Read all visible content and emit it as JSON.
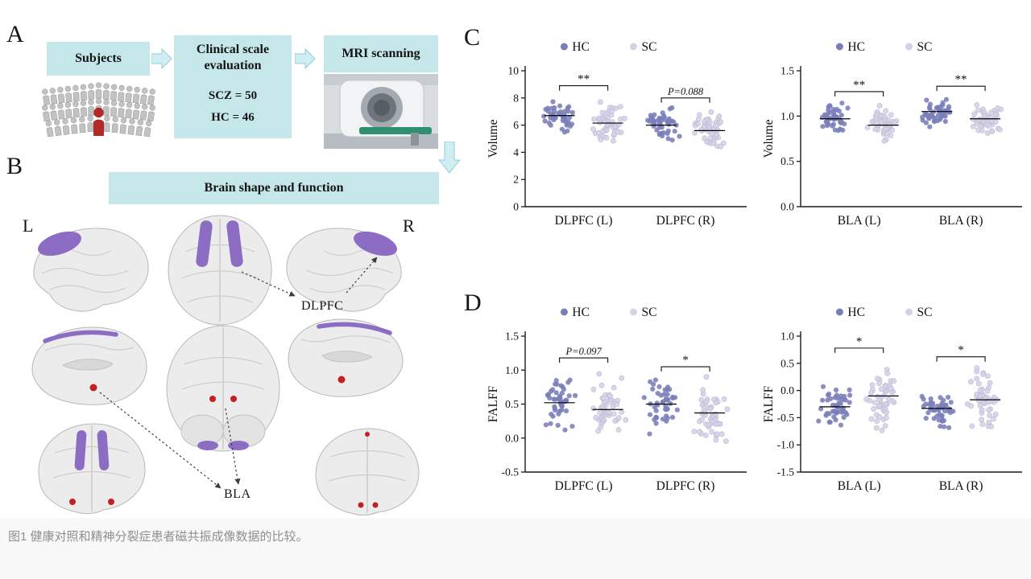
{
  "panels": {
    "a": {
      "label": "A",
      "subjects_box_label": "Subjects",
      "clinical_box_title": "Clinical scale evaluation",
      "clinical_stats": [
        "SCZ = 50",
        "HC = 46"
      ],
      "mri_box_label": "MRI scanning"
    },
    "b": {
      "label": "B",
      "box_label": "Brain shape and function",
      "left_hemisphere_label": "L",
      "right_hemisphere_label": "R",
      "region_labels": [
        "DLPFC",
        "BLA"
      ]
    },
    "c": {
      "label": "C"
    },
    "d": {
      "label": "D"
    }
  },
  "caption": "图1 健康对照和精神分裂症患者磁共振成像数据的比较。",
  "colors": {
    "box_bg": "#c6e7ea",
    "arrow_fill": "#cfeef2",
    "arrow_edge": "#96ccd6",
    "hc_dot": "#7a7eb8",
    "sc_dot": "#d5d2e7",
    "dlpfc_purple": "#8d6cc3",
    "bla_red": "#c42020"
  },
  "chart_data": [
    {
      "id": "volume-dlpfc",
      "type": "scatter",
      "panel": "C",
      "ylabel": "Volume",
      "ylim": [
        0,
        10
      ],
      "yticks": [
        0,
        2,
        4,
        6,
        8,
        10
      ],
      "ytick_decimals": 0,
      "categories": [
        "DLPFC (L)",
        "DLPFC (R)"
      ],
      "series": [
        {
          "name": "HC",
          "color": "#7a7eb8",
          "n": 46
        },
        {
          "name": "SC",
          "color": "#d5d2e7",
          "n": 50
        }
      ],
      "groups": [
        {
          "category": "DLPFC (L)",
          "series": "HC",
          "mean": 6.7,
          "sd": 0.6,
          "min": 5.2,
          "max": 8.4
        },
        {
          "category": "DLPFC (L)",
          "series": "SC",
          "mean": 6.15,
          "sd": 0.65,
          "min": 4.7,
          "max": 8.2
        },
        {
          "category": "DLPFC (R)",
          "series": "HC",
          "mean": 6.0,
          "sd": 0.55,
          "min": 4.9,
          "max": 7.6
        },
        {
          "category": "DLPFC (R)",
          "series": "SC",
          "mean": 5.6,
          "sd": 0.55,
          "min": 4.3,
          "max": 7.2
        }
      ],
      "annotations": [
        {
          "category_index": 0,
          "text": "**",
          "y": 8.9
        },
        {
          "category_index": 1,
          "text": "P=0.088",
          "y": 8.0
        }
      ]
    },
    {
      "id": "volume-bla",
      "type": "scatter",
      "panel": "C",
      "ylabel": "Volume",
      "ylim": [
        0,
        1.5
      ],
      "yticks": [
        0,
        0.5,
        1.0,
        1.5
      ],
      "ytick_decimals": 1,
      "categories": [
        "BLA (L)",
        "BLA (R)"
      ],
      "series": [
        {
          "name": "HC",
          "color": "#7a7eb8",
          "n": 46
        },
        {
          "name": "SC",
          "color": "#d5d2e7",
          "n": 50
        }
      ],
      "groups": [
        {
          "category": "BLA (L)",
          "series": "HC",
          "mean": 0.97,
          "sd": 0.07,
          "min": 0.8,
          "max": 1.2
        },
        {
          "category": "BLA (L)",
          "series": "SC",
          "mean": 0.9,
          "sd": 0.08,
          "min": 0.68,
          "max": 1.15
        },
        {
          "category": "BLA (R)",
          "series": "HC",
          "mean": 1.05,
          "sd": 0.07,
          "min": 0.88,
          "max": 1.25
        },
        {
          "category": "BLA (R)",
          "series": "SC",
          "mean": 0.97,
          "sd": 0.08,
          "min": 0.75,
          "max": 1.2
        }
      ],
      "annotations": [
        {
          "category_index": 0,
          "text": "**",
          "y": 1.27
        },
        {
          "category_index": 1,
          "text": "**",
          "y": 1.33
        }
      ]
    },
    {
      "id": "falff-dlpfc",
      "type": "scatter",
      "panel": "D",
      "ylabel": "FALFF",
      "ylim": [
        -0.5,
        1.5
      ],
      "yticks": [
        -0.5,
        0,
        0.5,
        1.0,
        1.5
      ],
      "ytick_decimals": 1,
      "categories": [
        "DLPFC (L)",
        "DLPFC (R)"
      ],
      "series": [
        {
          "name": "HC",
          "color": "#7a7eb8",
          "n": 46
        },
        {
          "name": "SC",
          "color": "#d5d2e7",
          "n": 50
        }
      ],
      "groups": [
        {
          "category": "DLPFC (L)",
          "series": "HC",
          "mean": 0.52,
          "sd": 0.18,
          "min": -0.35,
          "max": 1.05
        },
        {
          "category": "DLPFC (L)",
          "series": "SC",
          "mean": 0.42,
          "sd": 0.2,
          "min": -0.05,
          "max": 1.1
        },
        {
          "category": "DLPFC (R)",
          "series": "HC",
          "mean": 0.5,
          "sd": 0.2,
          "min": -0.15,
          "max": 1.0
        },
        {
          "category": "DLPFC (R)",
          "series": "SC",
          "mean": 0.37,
          "sd": 0.22,
          "min": -0.3,
          "max": 0.9
        }
      ],
      "annotations": [
        {
          "category_index": 0,
          "text": "P=0.097",
          "y": 1.18
        },
        {
          "category_index": 1,
          "text": "*",
          "y": 1.05
        }
      ]
    },
    {
      "id": "falff-bla",
      "type": "scatter",
      "panel": "D",
      "ylabel": "FALFF",
      "ylim": [
        -1.5,
        1.0
      ],
      "yticks": [
        -1.5,
        -1.0,
        -0.5,
        0,
        0.5,
        1.0
      ],
      "ytick_decimals": 1,
      "categories": [
        "BLA (L)",
        "BLA (R)"
      ],
      "series": [
        {
          "name": "HC",
          "color": "#7a7eb8",
          "n": 46
        },
        {
          "name": "SC",
          "color": "#d5d2e7",
          "n": 50
        }
      ],
      "groups": [
        {
          "category": "BLA (L)",
          "series": "HC",
          "mean": -0.3,
          "sd": 0.18,
          "min": -0.75,
          "max": 0.15
        },
        {
          "category": "BLA (L)",
          "series": "SC",
          "mean": -0.1,
          "sd": 0.25,
          "min": -0.8,
          "max": 0.75
        },
        {
          "category": "BLA (R)",
          "series": "HC",
          "mean": -0.33,
          "sd": 0.15,
          "min": -0.7,
          "max": 0.05
        },
        {
          "category": "BLA (R)",
          "series": "SC",
          "mean": -0.17,
          "sd": 0.25,
          "min": -0.9,
          "max": 0.55
        }
      ],
      "annotations": [
        {
          "category_index": 0,
          "text": "*",
          "y": 0.78
        },
        {
          "category_index": 1,
          "text": "*",
          "y": 0.62
        }
      ]
    }
  ]
}
